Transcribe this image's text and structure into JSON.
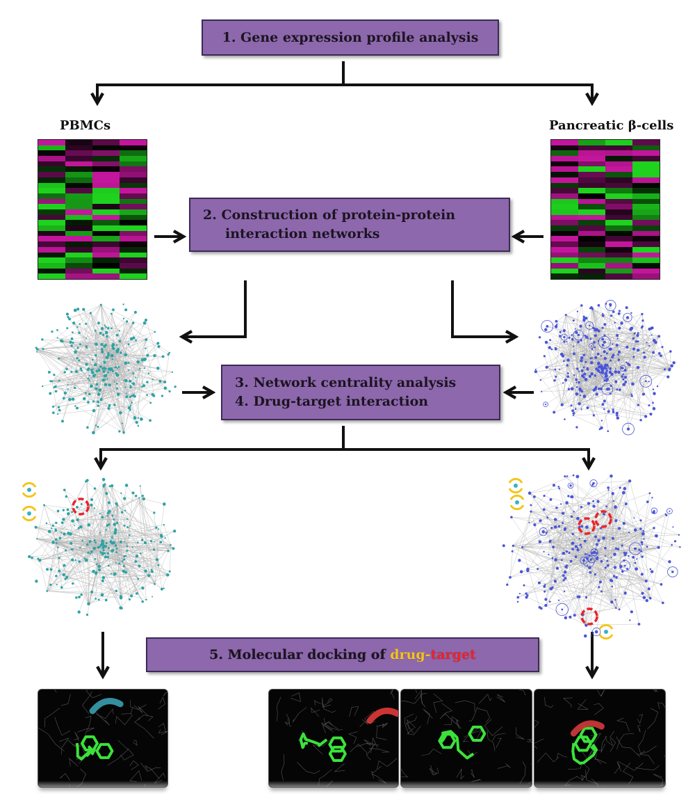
{
  "steps": {
    "step1": "1. Gene expression profile analysis",
    "step2_line1": "2. Construction of  protein-protein",
    "step2_line2": "interaction networks",
    "step3_line1": "3. Network centrality analysis",
    "step3_line2": "4. Drug-target interaction",
    "step5_prefix": "5. Molecular docking of ",
    "step5_drug": "drug",
    "step5_dash": "-",
    "step5_target": "target"
  },
  "labels": {
    "left_source": "PBMCs",
    "right_source": "Pancreatic β-cells"
  },
  "colors": {
    "step_box": "#8d68ad",
    "drug_text": "#f5c518",
    "target_text": "#e8242b",
    "pbmc_network": "#2fa3a3",
    "beta_network": "#4a55d6",
    "heatmap_high": "#1ed21e",
    "heatmap_low": "#c4169c",
    "ligand": "#3be23b"
  },
  "icons": {
    "drug_marker": "yellow-curved-ring-icon",
    "target_marker": "red-dashed-ring-icon"
  }
}
